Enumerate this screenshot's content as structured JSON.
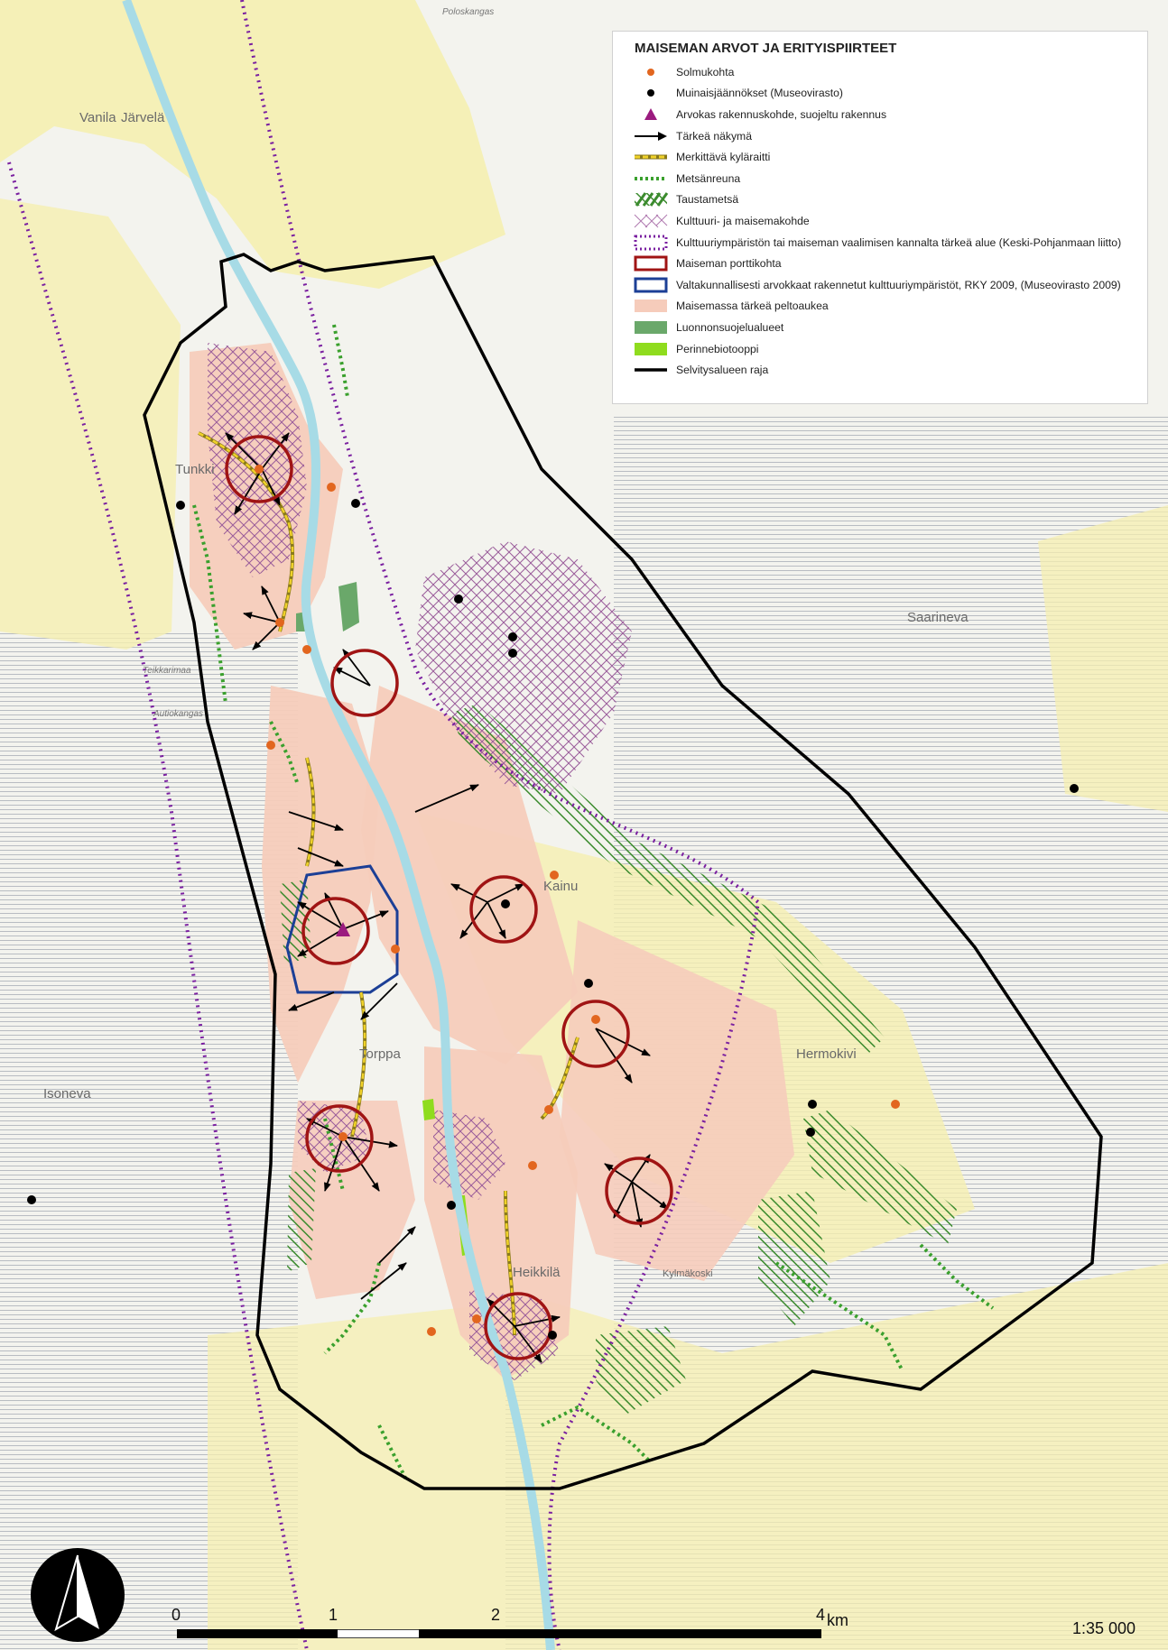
{
  "legend": {
    "title": "MAISEMAN ARVOT JA ERITYISPIIRTEET",
    "items": [
      {
        "key": "solmukohta",
        "label": "Solmukohta",
        "color": "#e2661f"
      },
      {
        "key": "muinais",
        "label": "Muinaisjäännökset (Museovirasto)",
        "color": "#000000"
      },
      {
        "key": "arvokas",
        "label": "Arvokas rakennuskohde, suojeltu rakennus",
        "color": "#9b1b7f"
      },
      {
        "key": "nakyma",
        "label": "Tärkeä näkymä",
        "color": "#000000"
      },
      {
        "key": "kylaraitti",
        "label": "Merkittävä kyläraitti",
        "color": "#d8c21b"
      },
      {
        "key": "metsanreuna",
        "label": "Metsänreuna",
        "color": "#3aa02d"
      },
      {
        "key": "taustametsa",
        "label": "Taustametsä",
        "color": "#3b8b2e"
      },
      {
        "key": "kulttuuri",
        "label": "Kulttuuri- ja maisemakohde",
        "color": "#b07ab0"
      },
      {
        "key": "vaalimisen",
        "label": "Kulttuuriympäristön tai maiseman vaalimisen kannalta tärkeä alue (Keski-Pohjanmaan liitto)",
        "color": "#7a1fa0"
      },
      {
        "key": "portti",
        "label": "Maiseman porttikohta",
        "color": "#a01414"
      },
      {
        "key": "rky",
        "label": "Valtakunnallisesti arvokkaat rakennetut kulttuuriympäristöt, RKY 2009, (Museovirasto 2009)",
        "color": "#1c3f96"
      },
      {
        "key": "peltoaukea",
        "label": "Maisemassa tärkeä peltoaukea",
        "color": "#f6ccbb"
      },
      {
        "key": "luonnonsuojelu",
        "label": "Luonnonsuojelualueet",
        "color": "#6aa86a"
      },
      {
        "key": "perinne",
        "label": "Perinnebiotooppi",
        "color": "#8fdc1e"
      },
      {
        "key": "raja",
        "label": "Selvitysalueen raja",
        "color": "#000000"
      }
    ]
  },
  "places": [
    {
      "name": "Järvelä",
      "size": "big"
    },
    {
      "name": "Vanila",
      "size": "big"
    },
    {
      "name": "Tunkki",
      "size": "big"
    },
    {
      "name": "Saarineva",
      "size": "big"
    },
    {
      "name": "Kainu",
      "size": "big"
    },
    {
      "name": "Hermokivi",
      "size": "big"
    },
    {
      "name": "Torppa",
      "size": "big"
    },
    {
      "name": "Heikkilä",
      "size": "big"
    },
    {
      "name": "Kylmäkoski",
      "size": "med"
    },
    {
      "name": "Isoneva",
      "size": "big"
    },
    {
      "name": "Teikkarimaa",
      "size": "small"
    },
    {
      "name": "Autiokangas",
      "size": "small"
    },
    {
      "name": "Poloskangas",
      "size": "small"
    }
  ],
  "scale": {
    "ticks": [
      "0",
      "1",
      "2",
      "4"
    ],
    "unit": "km",
    "ratio": "1:35 000"
  }
}
